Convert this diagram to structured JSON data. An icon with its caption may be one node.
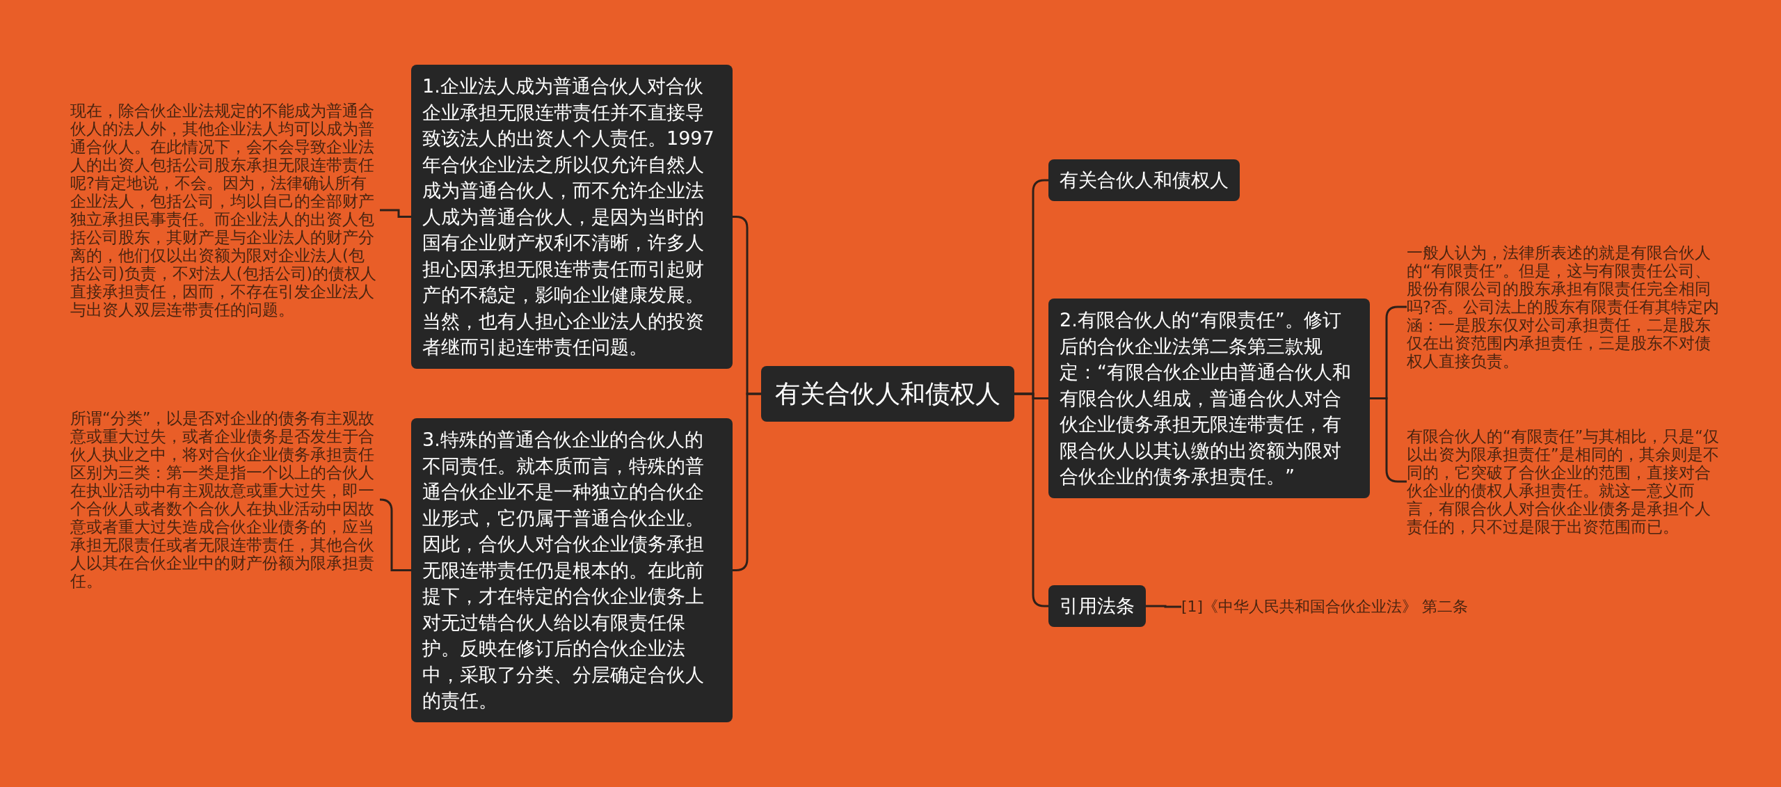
{
  "diagram": {
    "nodes": [
      {
        "text": [
          "有关合伙人和债权人"
        ]
      },
      {
        "text": [
          "1.企业法人成为普通合伙人对合伙企业承担无限连带责任并不直接导致该法人的出资人个人责任。1997年合伙企业法之所以仅允许自然人成为普通合伙人，而不允许企业法人成为普通合伙人，是因为当时的国有企业财产权利不清晰，许多人担心因承担无限连带责任而引起财产的不稳定，影响企业健康发展。当然，也有人担心企业法人的投资者继而引起连带责任问题。"
        ]
      },
      {
        "text": [
          "现在，除合伙企业法规定的不能成为普通合伙人的法人外，其他企业法人均可以成为普通合伙人。在此情况下，会不会导致企业法人的出资人包括公司股东承担无限连带责任呢?肯定地说，不会。因为，法律确认所有企业法人，包括公司，均以自己的全部财产独立承担民事责任。而企业法人的出资人包括公司股东，其财产是与企业法人的财产分离的，他们仅以出资额为限对企业法人(包括公司)负责，不对法人(包括公司)的债权人直接承担责任，因而，不存在引发企业法人与出资人双层连带责任的问题。"
        ]
      },
      {
        "text": [
          "3.特殊的普通合伙企业的合伙人的不同责任。就本质而言，特殊的普通合伙企业不是一种独立的合伙企业形式，它仍属于普通合伙企业。因此，合伙人对合伙企业债务承担无限连带责任仍是根本的。在此前提下，才在特定的合伙企业债务上对无过错合伙人给以有限责任保护。反映在修订后的合伙企业法中，采取了分类、分层确定合伙人的责任。"
        ]
      },
      {
        "text": [
          "所谓“分类”，以是否对企业的债务有主观故意或重大过失，或者企业债务是否发生于合伙人执业之中，将对合伙企业债务承担责任区别为三类：第一类是指一个以上的合伙人在执业活动中有主观故意或重大过失，即一个合伙人或者数个合伙人在执业活动中因故意或者重大过失造成合伙企业债务的，应当承担无限责任或者无限连带责任，其他合伙人以其在合伙企业中的财产份额为限承担责任。"
        ]
      },
      {
        "text": [
          "有关合伙人和债权人"
        ]
      },
      {
        "text": [
          "2.有限合伙人的“有限责任”。修订后的合伙企业法第二条第三款规定：“有限合伙企业由普通合伙人和有限合伙人组成，普通合伙人对合伙企业债务承担无限连带责任，有限合伙人以其认缴的出资额为限对合伙企业的债务承担责任。”"
        ]
      },
      {
        "text": [
          "一般人认为，法律所表述的就是有限合伙人的“有限责任”。但是，这与有限责任公司、股份有限公司的股东承担有限责任完全相同吗?否。公司法上的股东有限责任有其特定内涵：一是股东仅对公司承担责任，二是股东仅在出资范围内承担责任，三是股东不对债权人直接负责。"
        ]
      },
      {
        "text": [
          "有限合伙人的“有限责任”与其相比，只是“仅以出资为限承担责任”是相同的，其余则是不同的，它突破了合伙企业的范围，直接对合伙企业的债权人承担责任。就这一意义而言，有限合伙人对合伙企业债务是承担个人责任的，只不过是限于出资范围而已。"
        ]
      },
      {
        "text": [
          "引用法条"
        ]
      },
      {
        "text": [
          "[1]《中华人民共和国合伙企业法》 第二条"
        ]
      }
    ],
    "edges": [
      {
        "from": 0,
        "to": 1,
        "arrow": "none"
      },
      {
        "from": 1,
        "to": 2,
        "arrow": "none"
      },
      {
        "from": 0,
        "to": 3,
        "arrow": "none"
      },
      {
        "from": 3,
        "to": 4,
        "arrow": "none"
      },
      {
        "from": 0,
        "to": 5,
        "arrow": "none"
      },
      {
        "from": 0,
        "to": 6,
        "arrow": "none"
      },
      {
        "from": 6,
        "to": 7,
        "arrow": "none"
      },
      {
        "from": 6,
        "to": 8,
        "arrow": "none"
      },
      {
        "from": 0,
        "to": 9,
        "arrow": "none"
      },
      {
        "from": 9,
        "to": 10,
        "arrow": "none"
      }
    ]
  }
}
